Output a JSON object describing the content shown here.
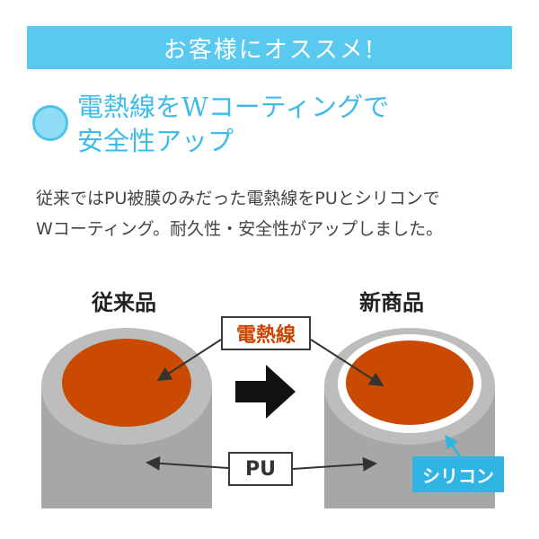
{
  "banner": {
    "title": "お客様にオススメ!"
  },
  "heading": {
    "line1": "電熱線をWコーティングで",
    "line2": "安全性アップ"
  },
  "description": {
    "line1": "従来ではPU被膜のみだった電熱線をPUとシリコンで",
    "line2": "Wコーティング。耐久性・安全性がアップしました。"
  },
  "diagram": {
    "old_label": "従来品",
    "new_label": "新商品",
    "wire_label": "電熱線",
    "pu_label": "PU",
    "silicone_label": "シリコン",
    "icons": [
      "circle-bullet",
      "arrow-right-icon"
    ]
  },
  "colors": {
    "accent": "#59c9f0",
    "heading": "#3fbbea",
    "wire": "#c94a00",
    "wire_label": "#cc4400",
    "cable": "#a7a7a7",
    "silicone": "#ffffff",
    "silicone_badge": "#2fb4e4"
  }
}
